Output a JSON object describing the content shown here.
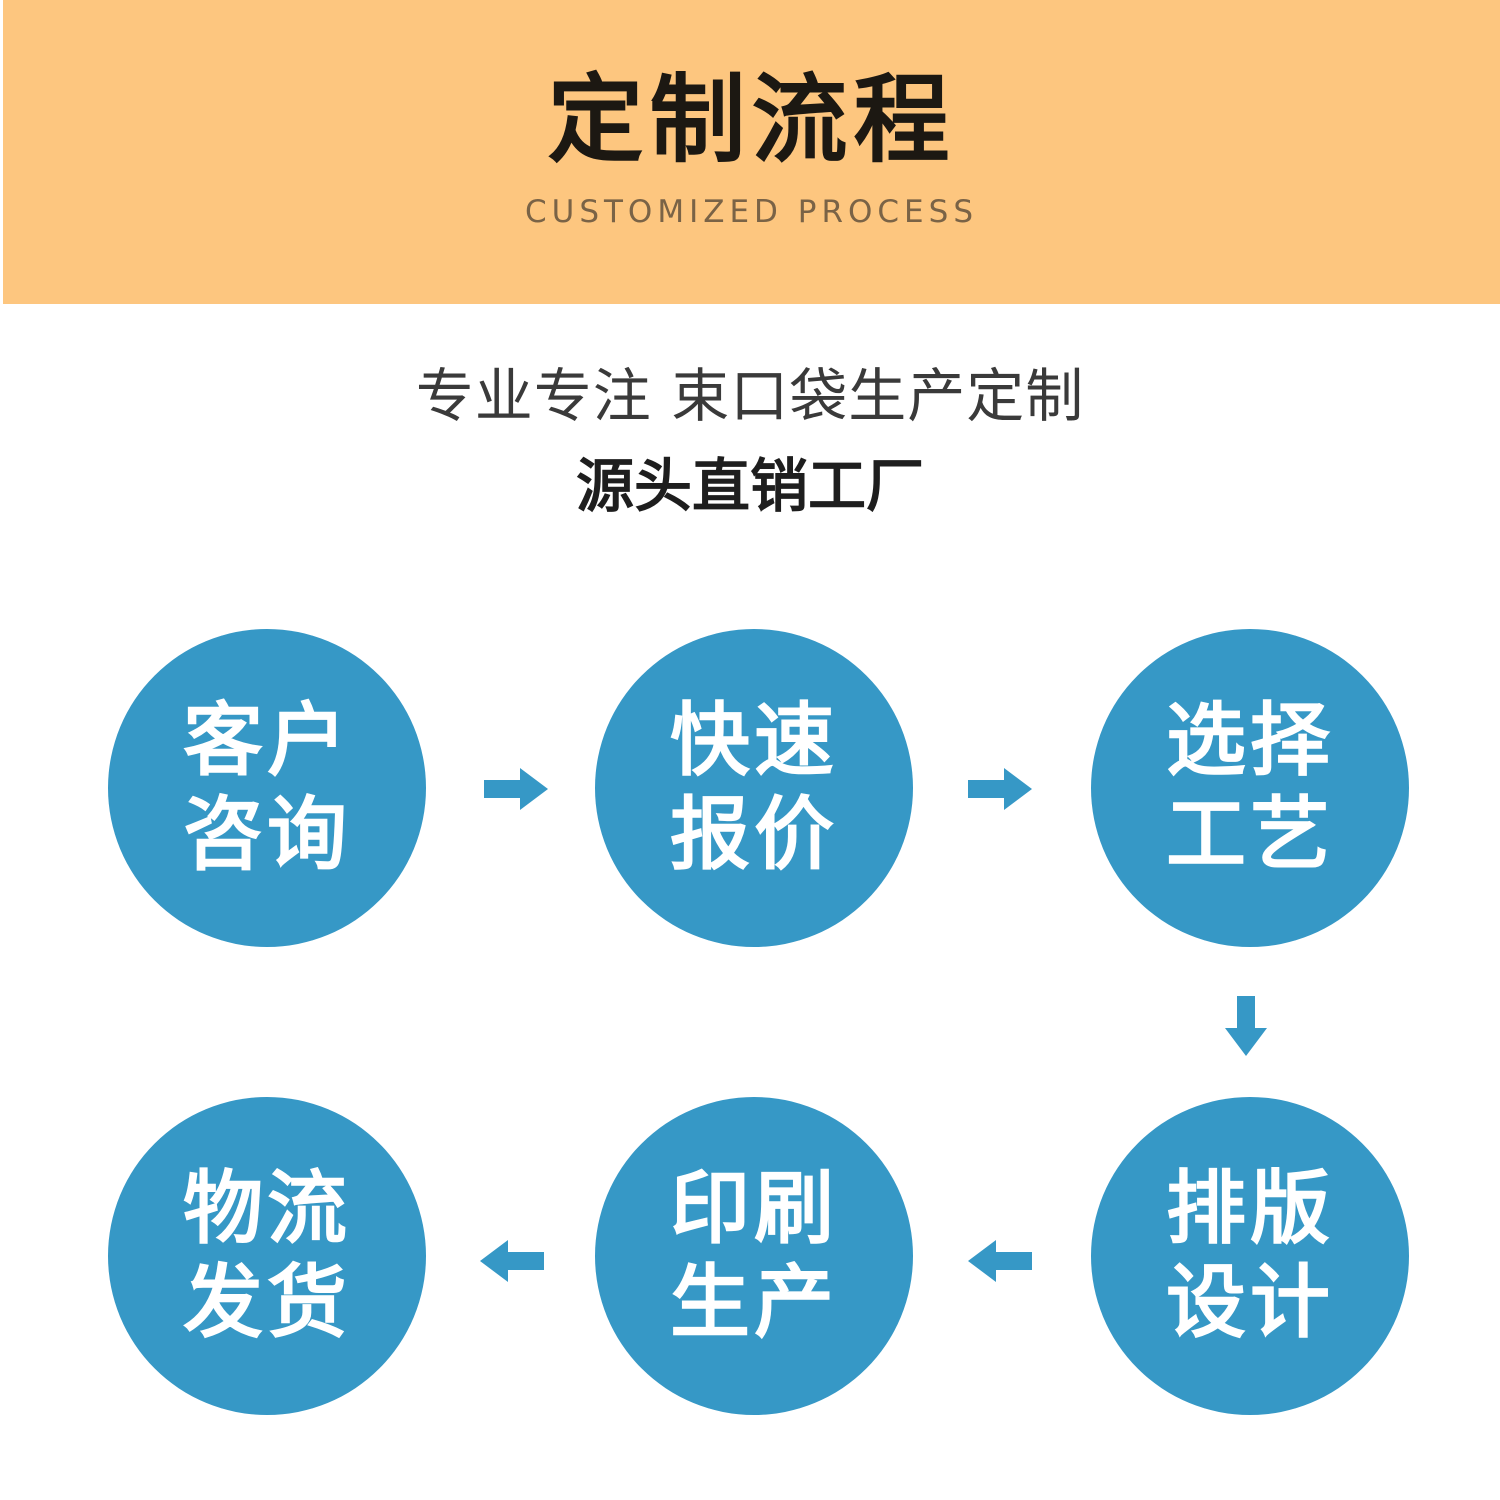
{
  "header": {
    "title": "定制流程",
    "subtitle": "CUSTOMIZED PROCESS"
  },
  "tagline": {
    "line1": "专业专注  束口袋生产定制",
    "line2": "源头直销工厂"
  },
  "steps": [
    {
      "label": "客户咨询"
    },
    {
      "label": "快速报价"
    },
    {
      "label": "选择工艺"
    },
    {
      "label": "排版设计"
    },
    {
      "label": "印刷生产"
    },
    {
      "label": "物流发货"
    }
  ],
  "colors": {
    "header_bg": "#fdc67f",
    "circle": "#3698c6",
    "arrow": "#3698c6"
  }
}
